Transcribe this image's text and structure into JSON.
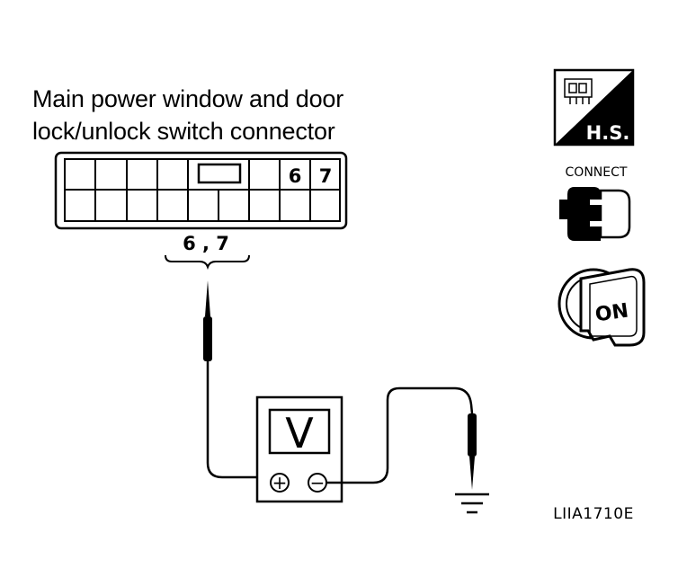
{
  "connector": {
    "title_line1": "Main power window and door",
    "title_line2": "lock/unlock switch connector",
    "pin_labels": [
      "6",
      "7"
    ],
    "probe_label": "6 , 7"
  },
  "meter": {
    "symbol": "V",
    "plus_symbol": "+",
    "minus_symbol": "−"
  },
  "icons": {
    "hs_label": "H.S.",
    "connect_label": "CONNECT",
    "ignition_label": "ON"
  },
  "figure_code": "LIIA1710E"
}
